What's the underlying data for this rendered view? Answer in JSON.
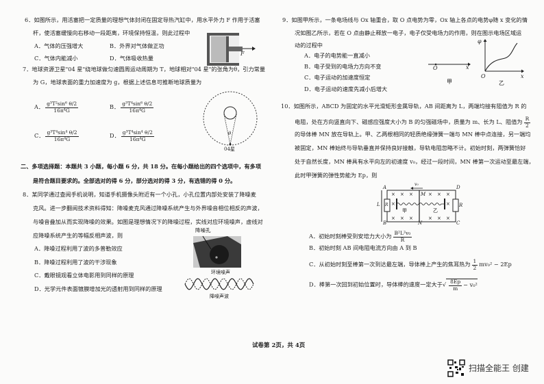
{
  "q6": {
    "line1": "6．如图所示，用活塞把一定质量的理想气体封闭在固定导热汽缸中，用水平外力 F 作用于活塞",
    "line2": "杆，使活塞缓慢向右移动一段距离，环境保持恒温，则此过程中",
    "options": [
      "A．气体的压强增大",
      "B．外界对气体做正功",
      "C．气体内能减小",
      "D．气体吸收热量"
    ],
    "figure_label": "F"
  },
  "q7": {
    "line1": "7．地球资源卫星\"04 星\"绕地球做匀速圆周运动周期为 T，地球相对\"04 星\"的张角为θ，引力常量",
    "line2": "为 G，地球表面的重力加速度为 g，根据上述信息可推断地球质量为",
    "options": [
      {
        "label": "A．",
        "num": "g³T²sin⁶ θ/2",
        "den": "16π⁴G"
      },
      {
        "label": "B．",
        "num": "g³T⁴sin⁶ θ/2",
        "den": "16π⁴G"
      },
      {
        "label": "C．",
        "num": "g³T⁴sin⁴ θ/2",
        "den": "16π⁴G"
      },
      {
        "label": "D．",
        "num": "g³T⁴sin⁴ θ/2",
        "den": "16π⁴G"
      }
    ],
    "figure_angle": "θ",
    "figure_label": "04星"
  },
  "section2": {
    "line1": "二、多项选择题：本题共 3 小题，每小题 6 分，共 18 分。在每小题给出的四个选项中，有多项",
    "line2": "是符合题目要求的。全部选对的得 6 分，部分选对的得 3 分，有选错的得 0 分。"
  },
  "q8": {
    "lines": [
      "8．某同学通过查阅手机说明，知道手机摄像头附近有一个小孔，小孔位置内部处安装了降噪麦",
      "克风。进一步翻阅技术资料得知：降噪麦克风通过降噪系统产生与外界噪音相位相反的声波，",
      "与噪音叠加从而实现降噪的效果。如图是理想情况下的降噪过程，实线对应环境噪声，虚线对",
      "应降噪系统产生的等幅反相声波，则"
    ],
    "options": [
      "A．降噪过程利用了波的多普勒效应",
      "B．降噪过程利用了波的干涉现象",
      "C．戴眼镜观看立体电影用到同样的原理",
      "D．光学元件表面镀膜增加光的透射用到同样的原理"
    ],
    "figure_hole": "降噪孔",
    "figure_env": "环境噪声",
    "figure_anti": "降噪声波"
  },
  "q9": {
    "lines": [
      "9．如图甲所示，一条电场线与 Ox 轴重合，取 O 点电势为零，Ox 轴上各点的电势φ随 x 变化的情",
      "况如图乙所示，若在 O 点由静止释放一电子，电子仅受电场力的作用，则在图示电场区域运",
      "动的过程中"
    ],
    "options": [
      "A．电子的电势能一直减小",
      "B．电子受到的电场力方向不变",
      "C．电子运动的加速度恒定",
      "D．电子运动的速度先减小后增大"
    ],
    "fig_jia": "甲",
    "fig_yi": "乙",
    "O": "O",
    "x": "x",
    "phi": "φ"
  },
  "q10": {
    "lines": [
      "10．如图所示，ABCD 为固定的水平光滑矩形金属导轨，AB 间距离为 L，两端均接有阻值为 R 的",
      "电阻，处在方向竖直向下、磁感应强度大小为 B 的匀强磁场中，质量为 m、长为 L、阻值为",
      "的导体棒 MN 放在导轨上。甲、乙两根相同的轻质绝缘弹簧一端与 MN 棒中点连接，另一端均",
      "被固定，MN 棒始终与导轨垂直并保持良好接触，导轨电阻忽略不计。初始时刻，两弹簧恰好",
      "处于自然长度，MN 棒具有水平向左的初速度 v₀，经过一段时间，MN 棒第一次运动至最左端，",
      "此时甲弹簧的弹性势能为 Ep，则"
    ],
    "r_half_num": "R",
    "r_half_den": "2",
    "optA": {
      "text": "A．初始时刻棒受到安培力大小为",
      "num": "B²L²v₀",
      "den": "R"
    },
    "optB": "B．初始时刻 AB 间电阻电流方向由 A 到 B",
    "optC": {
      "text": "C．从初始时刻至棒第一次到达最左端，导体棒上产生的焦耳热为",
      "num": "1",
      "den": "2",
      "tail": "mv₀² − 2Ep"
    },
    "optD": {
      "text": "D．棒第一次回到初始位置时，导体棒的速度一定大于",
      "sqrt_num": "8Ep",
      "sqrt_den": "m",
      "sqrt_tail": "− v₀²"
    },
    "fig": {
      "A": "A",
      "B": "B",
      "C": "C",
      "D": "D",
      "M": "M",
      "N": "N",
      "L": "L",
      "R": "R",
      "v0": "v₀",
      "jia": "甲",
      "yi": "乙",
      "x": "×"
    }
  },
  "footer": {
    "page": "试卷第 2页，共 4页"
  },
  "watermark": {
    "text": "扫描全能王  创建"
  }
}
